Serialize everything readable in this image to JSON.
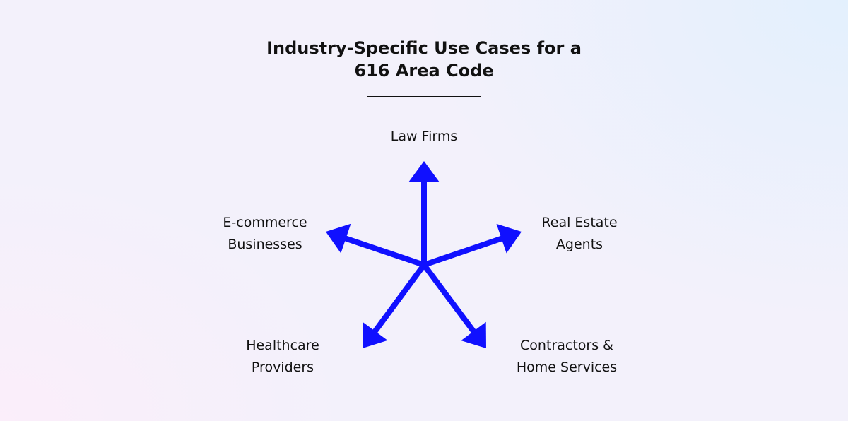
{
  "title_line1": "Industry-Specific Use Cases for a",
  "title_line2": "616 Area Code",
  "arrow_color": "#1010ff",
  "labels": {
    "law": "Law Firms",
    "ecommerce_1": "E-commerce",
    "ecommerce_2": "Businesses",
    "realestate_1": "Real Estate",
    "realestate_2": "Agents",
    "healthcare_1": "Healthcare",
    "healthcare_2": "Providers",
    "contractors_1": "Contractors &",
    "contractors_2": "Home Services"
  }
}
